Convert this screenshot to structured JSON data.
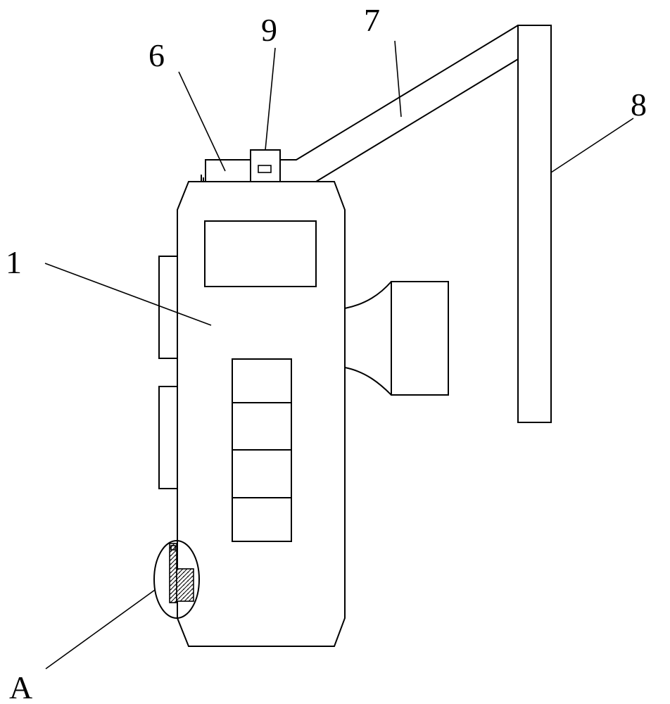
{
  "diagram": {
    "labels": {
      "device_body": "1",
      "top_component": "6",
      "connecting_arm": "7",
      "vertical_post": "8",
      "top_clip": "9",
      "detail_callout": "A"
    }
  }
}
